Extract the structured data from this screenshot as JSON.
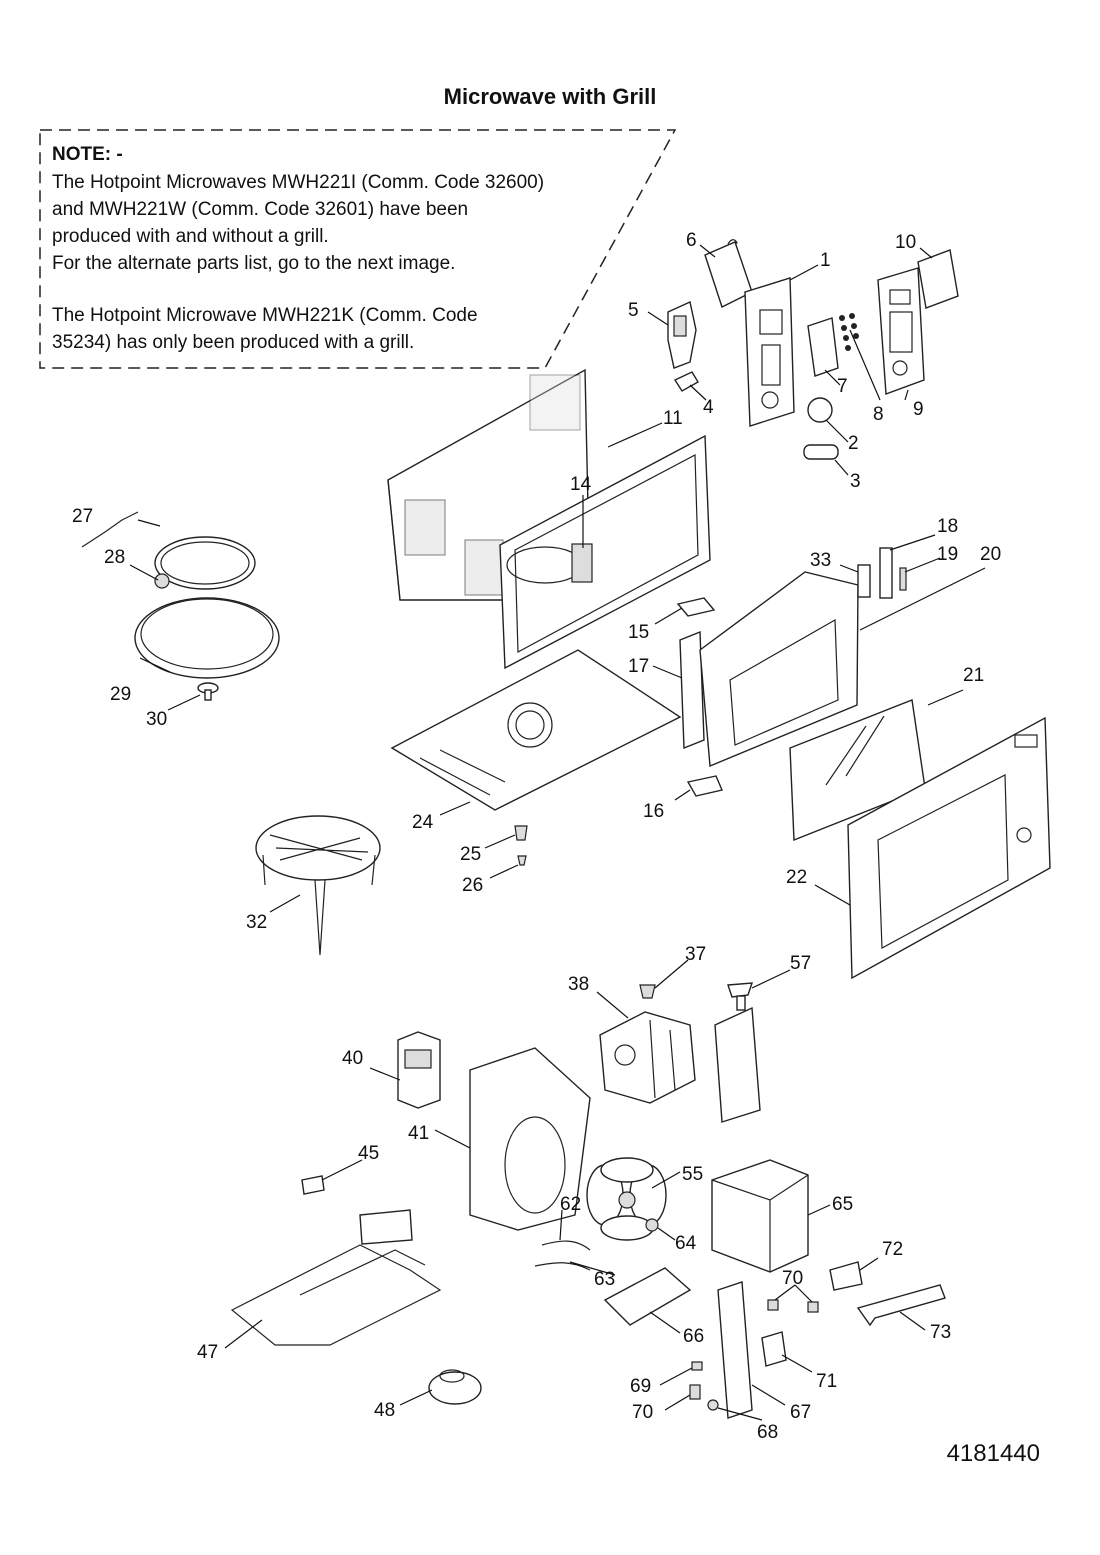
{
  "title": "Microwave with Grill",
  "note": {
    "heading": "NOTE: -",
    "lines": [
      "The Hotpoint Microwaves MWH221I (Comm. Code 32600)",
      "and MWH221W (Comm. Code 32601) have been",
      "produced with and without a grill.",
      "For the alternate parts list, go to the next image.",
      "",
      "The Hotpoint Microwave MWH221K (Comm. Code",
      "35234) has only been produced with a grill."
    ]
  },
  "drawing_number": "4181440",
  "part_labels": [
    "1",
    "2",
    "3",
    "4",
    "5",
    "6",
    "7",
    "8",
    "9",
    "10",
    "11",
    "14",
    "15",
    "16",
    "17",
    "18",
    "19",
    "20",
    "21",
    "22",
    "24",
    "25",
    "26",
    "27",
    "28",
    "29",
    "30",
    "32",
    "33",
    "37",
    "38",
    "40",
    "41",
    "45",
    "47",
    "48",
    "55",
    "57",
    "62",
    "63",
    "64",
    "65",
    "66",
    "67",
    "68",
    "69",
    "70",
    "70",
    "71",
    "72",
    "73"
  ],
  "colors": {
    "line": "#222222",
    "background": "#ffffff"
  }
}
